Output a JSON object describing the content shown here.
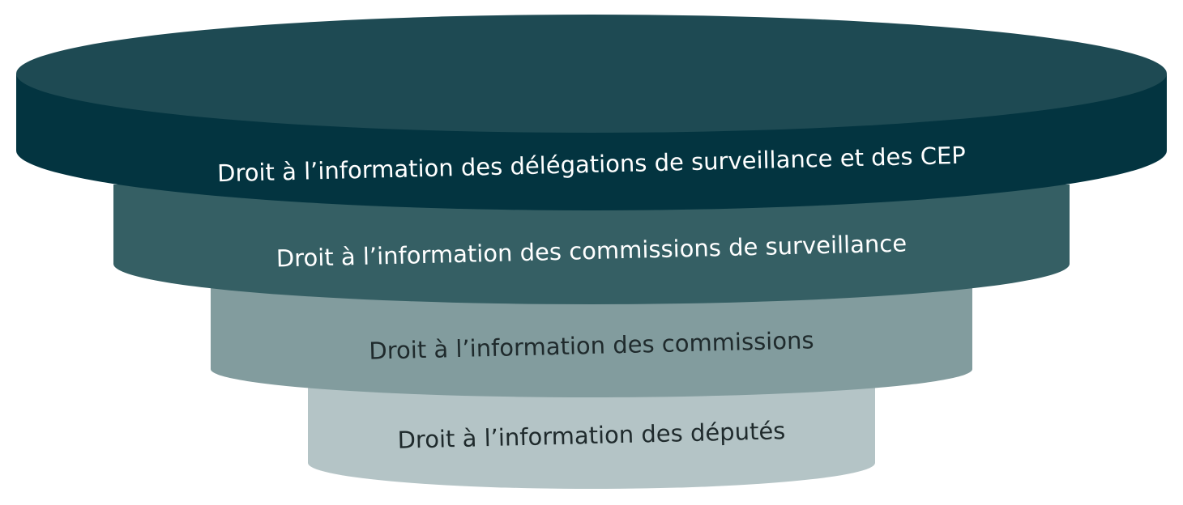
{
  "diagram": {
    "tiers": [
      {
        "label": "Droit à l’information des délégations de surveillance et des CEP",
        "top_color": "#1e4a53",
        "side_color": "#033440"
      },
      {
        "label": "Droit à l’information des commissions de surveillance",
        "top_color": "#355f64",
        "side_color": "#355f64"
      },
      {
        "label": "Droit à l’information des commissions",
        "top_color": "#829c9e",
        "side_color": "#829c9e"
      },
      {
        "label": "Droit à l’information des députés",
        "top_color": "#b4c4c6",
        "side_color": "#b4c4c6"
      }
    ]
  }
}
